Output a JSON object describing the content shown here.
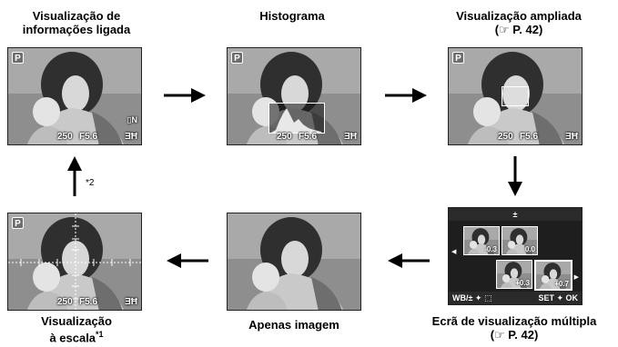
{
  "captions": {
    "info_line1": "Visualização de",
    "info_line2": "informações ligada",
    "histogram": "Histograma",
    "zoom_line1": "Visualização ampliada",
    "zoom_line2": "(☞ P. 42)",
    "grid_line1": "Visualização",
    "grid_line2": "à escala",
    "grid_sup": "*1",
    "image_only": "Apenas imagem",
    "multi_line1": "Ecrã de visualização múltipla",
    "multi_line2": "(☞ P. 42)"
  },
  "overlay": {
    "mode": "P",
    "shutter": "250",
    "aperture": "F5.6",
    "bracket_icon": "ƎĦ",
    "quality_icon": "▯N"
  },
  "note2": "*2",
  "multiview": {
    "header_icon": "±",
    "values": [
      "-0.3",
      "0.0",
      "+0.3",
      "+0.7"
    ],
    "footer_left": "WB/± ✦ ⬚",
    "footer_right": "SET ✦ OK"
  }
}
